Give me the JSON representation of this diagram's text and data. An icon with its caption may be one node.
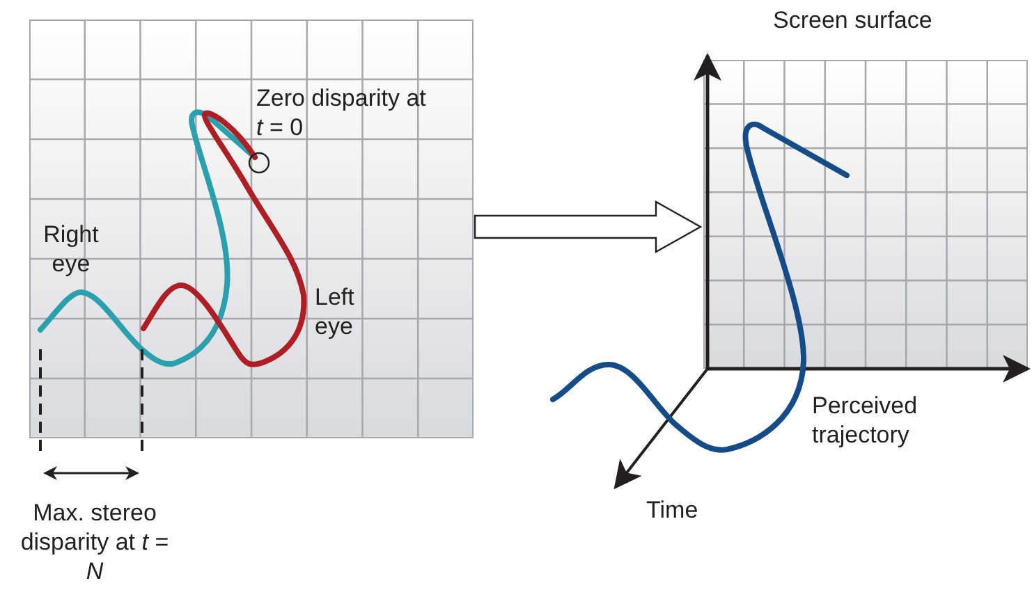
{
  "diagram": {
    "nodes": [
      {
        "text": [],
        "shape": "box"
      },
      {
        "text": [
          "Screen surface"
        ]
      }
    ],
    "edges": [
      {
        "from": 0,
        "to": 1,
        "arrow": "to"
      }
    ],
    "labels": [
      "Zero disparity at *t* = 0",
      "Right eye",
      "Left eye",
      "Max. stereo disparity at *t* = *N*",
      "Perceived trajectory",
      "Time"
    ]
  }
}
